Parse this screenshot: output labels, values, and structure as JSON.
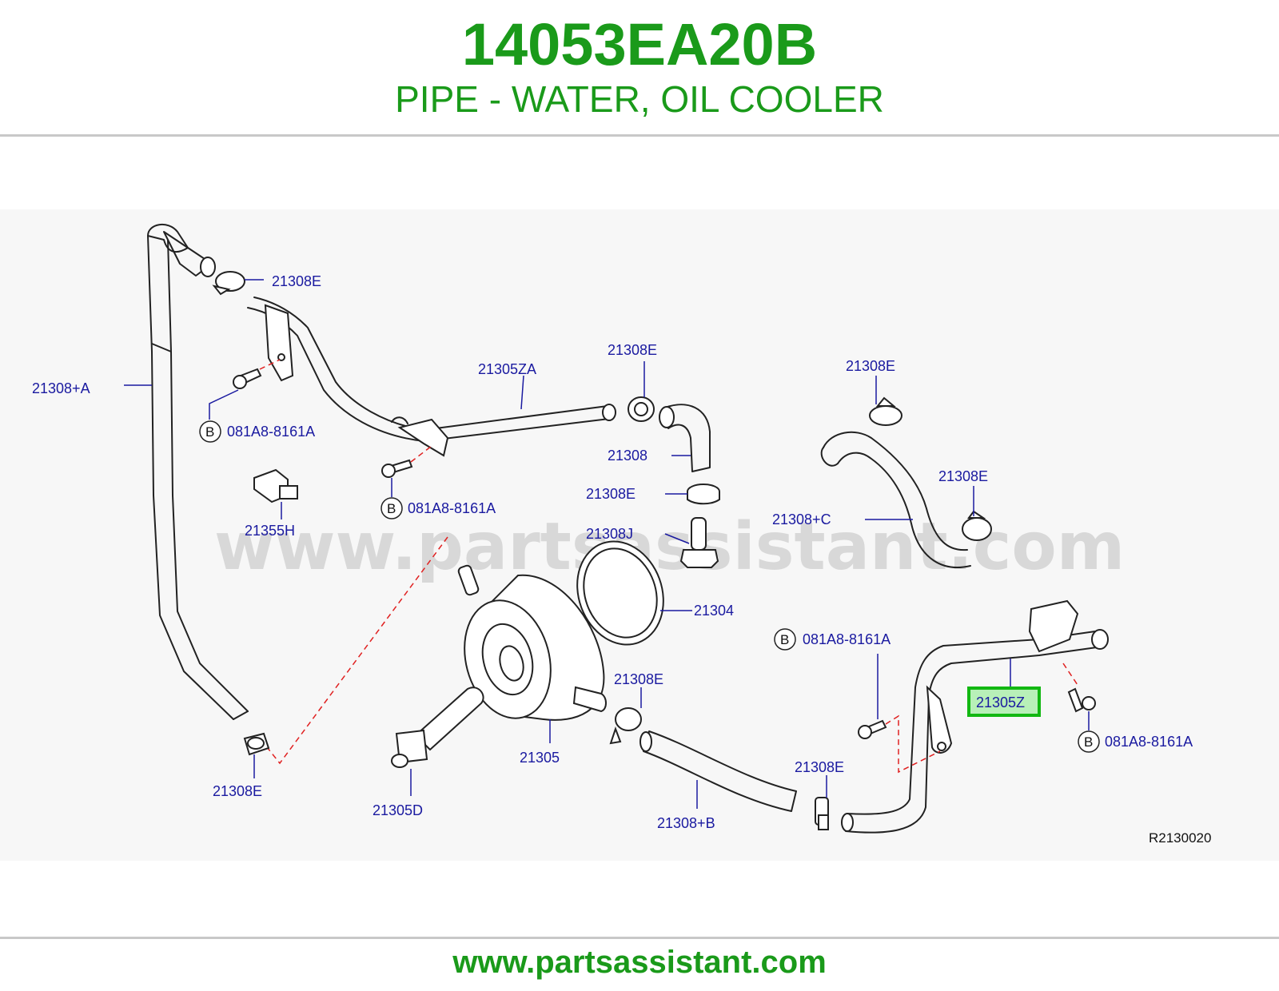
{
  "header": {
    "part_number": "14053EA20B",
    "part_name": "PIPE - WATER, OIL COOLER"
  },
  "diagram": {
    "watermark": "www.partsassistant.com",
    "reference_code": "R2130020",
    "highlighted_part": "21305Z",
    "bolt_badge_letter": "B",
    "labels": {
      "hose_a": "21308+A",
      "clamp_top_left": "21308E",
      "bolt_left_1": "081A8-8161A",
      "clip_21355h": "21355H",
      "pipe_21305za": "21305ZA",
      "bolt_left_2": "081A8-8161A",
      "clamp_21308e_center": "21308E",
      "hose_21308": "21308",
      "clamp_21308e_mid": "21308E",
      "connector_21308j": "21308J",
      "oring_21304": "21304",
      "cooler_21305": "21305",
      "bolt_21305d": "21305D",
      "clamp_21308e_lower": "21308E",
      "clamp_21308e_bottom_left": "21308E",
      "hose_21308b": "21308+B",
      "clamp_21308e_bottom_right": "21308E",
      "clamp_21308e_right_top": "21308E",
      "clamp_21308e_right_mid": "21308E",
      "hose_21308c": "21308+C",
      "bolt_right_1": "081A8-8161A",
      "pipe_21305z": "21305Z",
      "bolt_right_2": "081A8-8161A"
    }
  },
  "footer": {
    "url": "www.partsassistant.com"
  },
  "colors": {
    "brand_green": "#1a9a1a",
    "label_blue": "#1a1aa0",
    "highlight_border": "#12b812",
    "highlight_fill": "#b8f0b8",
    "dashed_leader": "#e02020"
  }
}
